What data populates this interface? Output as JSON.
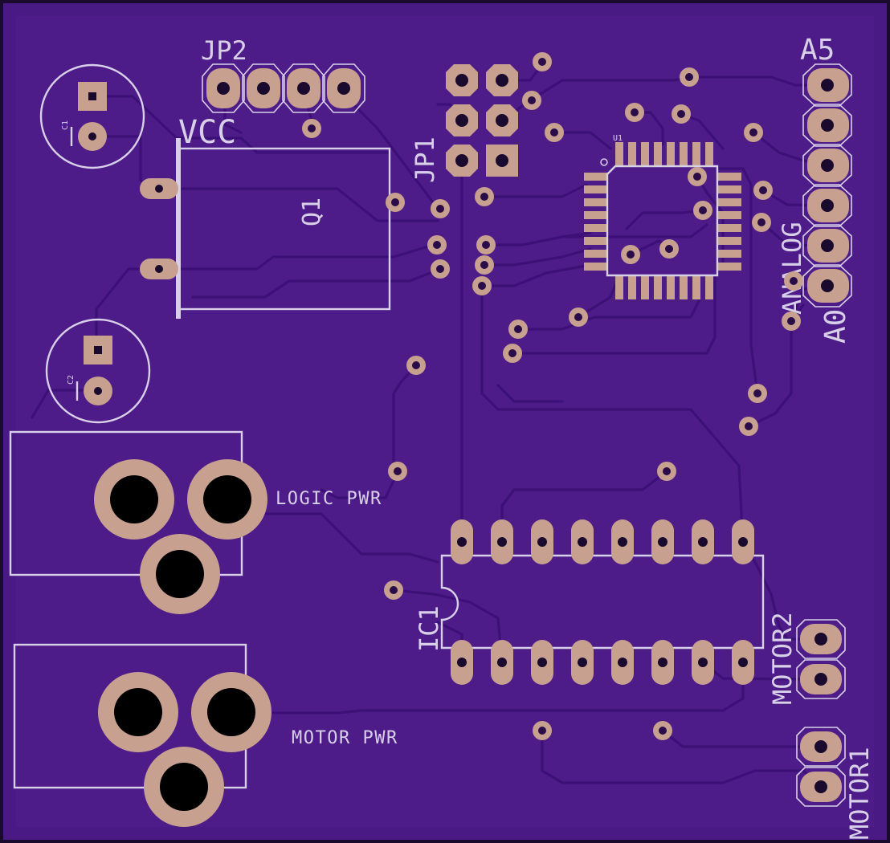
{
  "board": {
    "colors": {
      "background": "#1a0b2e",
      "board": "#4a1a84",
      "trace": "#3d1078",
      "copper": "#c7a08f",
      "silkscreen": "#d8d0e8"
    }
  },
  "labels": {
    "jp2": "JP2",
    "jp1": "JP1",
    "vcc": "VCC",
    "q1": "Q1",
    "c1": "C1",
    "c2": "C2",
    "u1": "U1",
    "a5": "A5",
    "a0": "A0",
    "analog": "ANALOG",
    "logic_pwr": "LOGIC PWR",
    "motor_pwr": "MOTOR PWR",
    "ic1": "IC1",
    "motor2": "MOTOR2",
    "motor1": "MOTOR1"
  }
}
